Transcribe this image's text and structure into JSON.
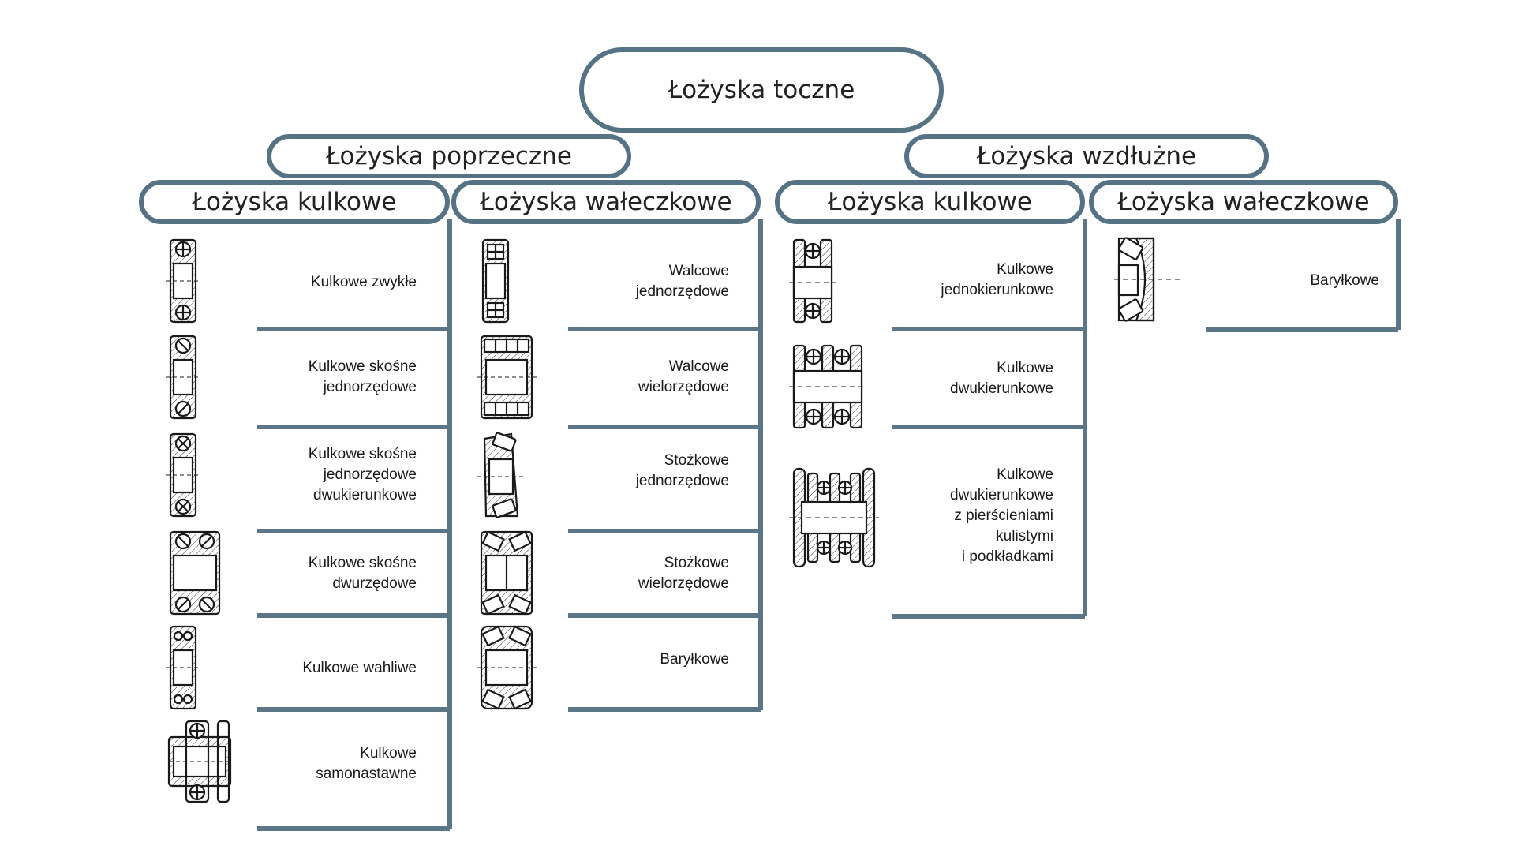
{
  "root": {
    "title": "Łożyska toczne"
  },
  "radial": {
    "title": "Łożyska poprzeczne",
    "ball": {
      "title": "Łożyska kulkowe",
      "items": [
        "Kulkowe zwykłe",
        "Kulkowe skośne\njednorzędowe",
        "Kulkowe skośne\njednorzędowe\ndwukierunkowe",
        "Kulkowe skośne\ndwurzędowe",
        "Kulkowe wahliwe",
        "Kulkowe\nsamonastawne"
      ]
    },
    "roller": {
      "title": "Łożyska wałeczkowe",
      "items": [
        "Walcowe\njednorzędowe",
        "Walcowe\nwielorzędowe",
        "Stożkowe\njednorzędowe",
        "Stożkowe\nwielorzędowe",
        "Baryłkowe"
      ]
    }
  },
  "thrust": {
    "title": "Łożyska wzdłużne",
    "ball": {
      "title": "Łożyska kulkowe",
      "items": [
        "Kulkowe\njednokierunkowe",
        "Kulkowe\ndwukierunkowe",
        "Kulkowe\ndwukierunkowe\nz pierścieniami\nkulistymi\ni podkładkami"
      ]
    },
    "roller": {
      "title": "Łożyska wałeczkowe",
      "items": [
        "Baryłkowe"
      ]
    }
  },
  "colors": {
    "accent": "#567385",
    "line": "#5a7687",
    "ink": "#1a1a1a"
  },
  "icons": [
    "deep-groove-ball-bearing-icon",
    "angular-contact-ball-bearing-icon",
    "double-direction-angular-ball-bearing-icon",
    "double-row-angular-ball-bearing-icon",
    "self-aligning-ball-bearing-icon",
    "self-aligning-housing-ball-bearing-icon",
    "cylindrical-roller-bearing-icon",
    "multi-row-cylindrical-roller-bearing-icon",
    "tapered-roller-bearing-icon",
    "multi-row-tapered-roller-bearing-icon",
    "spherical-roller-bearing-icon",
    "single-direction-thrust-ball-bearing-icon",
    "double-direction-thrust-ball-bearing-icon",
    "thrust-ball-bearing-with-spherical-washers-icon",
    "spherical-roller-thrust-bearing-icon"
  ]
}
